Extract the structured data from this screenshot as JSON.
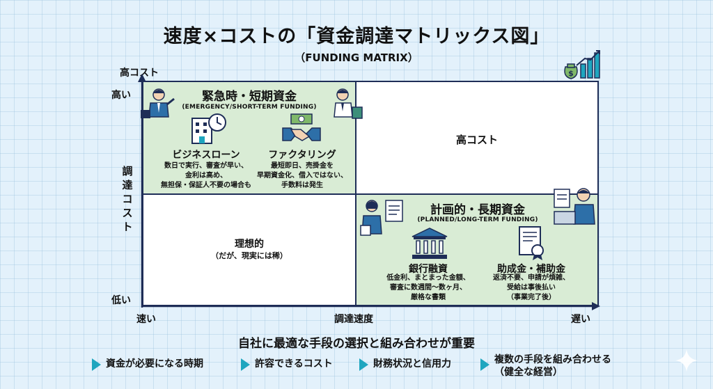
{
  "title": "速度×コストの「資金調達マトリックス図」",
  "subtitle": "（FUNDING MATRIX）",
  "axes": {
    "y_top_note": "高コスト",
    "y_high": "高い",
    "y_low": "低い",
    "y_label": [
      "調",
      "達",
      "コ",
      "ス",
      "ト"
    ],
    "x_left": "速い",
    "x_center": "調達速度",
    "x_right": "遅い"
  },
  "quadrants": {
    "top_left": {
      "title": "緊急時・短期資金",
      "subtitle": "(EMERGENCY/SHORT-TERM FUNDING)",
      "items": [
        {
          "name": "ビジネスローン",
          "desc": [
            "数日で実行、審査が早い、",
            "金利は高め、",
            "無担保・保証人不要の場合も"
          ],
          "icon": "building-clock-icon"
        },
        {
          "name": "ファクタリング",
          "desc": [
            "最短即日、売掛金を",
            "早期資金化、借入ではない、",
            "手数料は発生"
          ],
          "icon": "handshake-money-icon"
        }
      ]
    },
    "top_right": {
      "title": "高コスト"
    },
    "bottom_left": {
      "title": "理想的",
      "subtitle": "（だが、現実には稀）"
    },
    "bottom_right": {
      "title": "計画的・長期資金",
      "subtitle": "(PLANNED/LONG-TERM FUNDING)",
      "items": [
        {
          "name": "銀行融資",
          "desc": [
            "低金利、まとまった金額、",
            "審査に数週間〜数ヶ月、",
            "厳格な書類"
          ],
          "icon": "bank-icon"
        },
        {
          "name": "助成金・補助金",
          "desc": [
            "返済不要、申請が煩雑、",
            "受給は事後払い",
            "（事業完了後）"
          ],
          "icon": "certificate-icon"
        }
      ]
    }
  },
  "conclusion": "自社に最適な手段の選択と組み合わせが重要",
  "key_points": [
    {
      "text": "資金が必要になる時期"
    },
    {
      "text": "許容できるコスト"
    },
    {
      "text": "財務状況と信用力"
    },
    {
      "text": "複数の手段を組み合わせる",
      "text2": "（健全な経営）"
    }
  ],
  "colors": {
    "navy": "#1e2d57",
    "quadrant_green": "#d9ecd5",
    "arrow_teal": "#1fa6bf",
    "background": "#e3f1fb"
  }
}
